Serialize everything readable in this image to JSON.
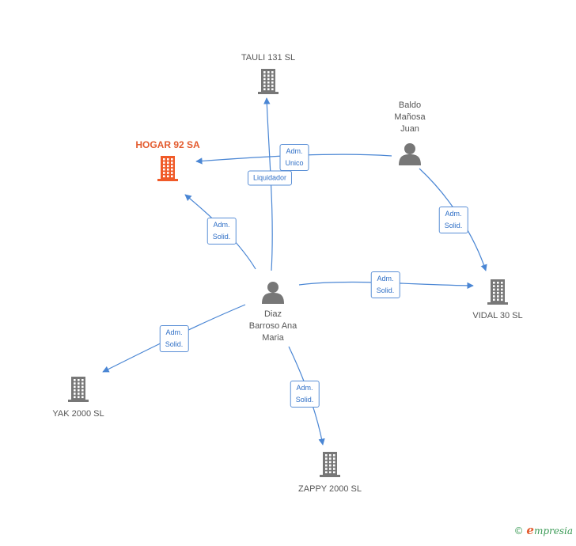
{
  "nodes": [
    {
      "id": "tauli",
      "type": "company",
      "label": "TAULI 131 SL",
      "color": "#777777"
    },
    {
      "id": "hogar",
      "type": "company",
      "label": "HOGAR 92 SA",
      "color": "#f05a28",
      "focus": true
    },
    {
      "id": "baldo",
      "type": "person",
      "label": "Baldo\nMañosa\nJuan",
      "color": "#777777"
    },
    {
      "id": "diaz",
      "type": "person",
      "label": "Diaz\nBarroso Ana\nMaria",
      "color": "#777777"
    },
    {
      "id": "vidal",
      "type": "company",
      "label": "VIDAL 30 SL",
      "color": "#777777"
    },
    {
      "id": "yak",
      "type": "company",
      "label": "YAK 2000 SL",
      "color": "#777777"
    },
    {
      "id": "zappy",
      "type": "company",
      "label": "ZAPPY 2000 SL",
      "color": "#777777"
    }
  ],
  "edges": [
    {
      "id": "e1",
      "from": "diaz",
      "to": "tauli",
      "label": "Liquidador"
    },
    {
      "id": "e2",
      "from": "baldo",
      "to": "hogar",
      "label": "Adm.\nUnico"
    },
    {
      "id": "e3",
      "from": "diaz",
      "to": "hogar",
      "label": "Adm.\nSolid."
    },
    {
      "id": "e4",
      "from": "baldo",
      "to": "vidal",
      "label": "Adm.\nSolid."
    },
    {
      "id": "e5",
      "from": "diaz",
      "to": "vidal",
      "label": "Adm.\nSolid."
    },
    {
      "id": "e6",
      "from": "diaz",
      "to": "yak",
      "label": "Adm.\nSolid."
    },
    {
      "id": "e7",
      "from": "diaz",
      "to": "zappy",
      "label": "Adm.\nSolid."
    }
  ],
  "edge_color": "#4a86d4",
  "copyright": {
    "symbol": "©",
    "brand_initial": "e",
    "brand_rest": "mpresia"
  }
}
